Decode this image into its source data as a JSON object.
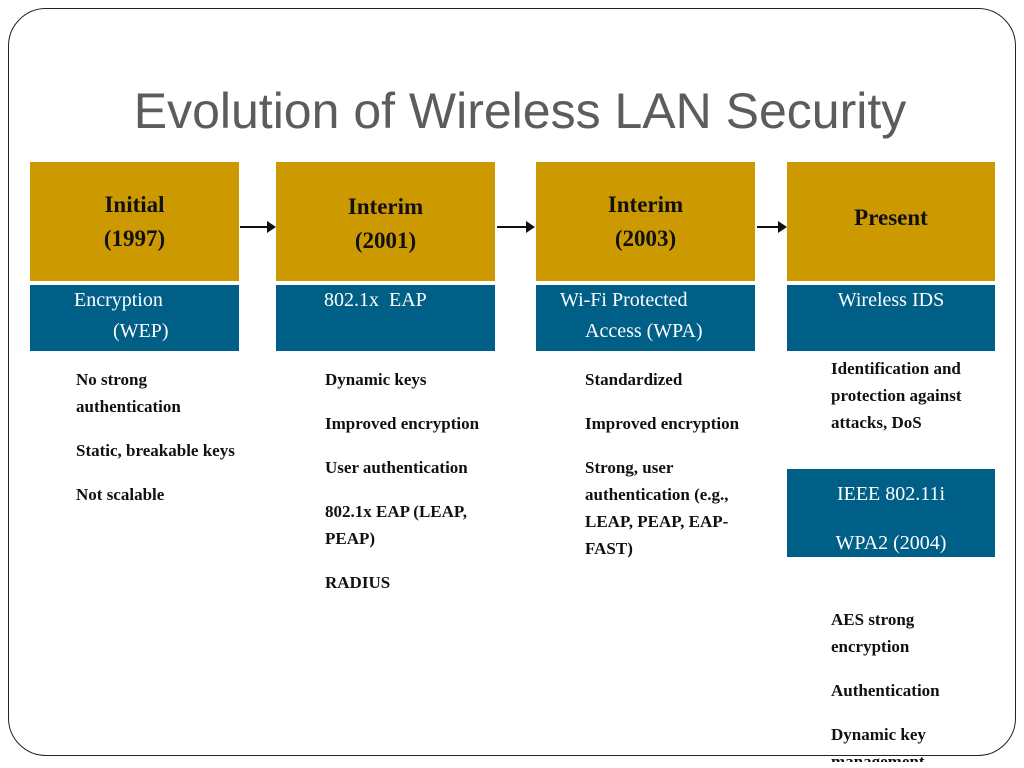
{
  "title": "Evolution of Wireless LAN Security",
  "columns": [
    {
      "era": [
        "Initial",
        "(1997)"
      ],
      "tech": [
        "Encryption",
        "(WEP)"
      ],
      "bullets": [
        "No strong authentication",
        "Static, breakable keys",
        "Not scalable"
      ]
    },
    {
      "era": [
        "Interim",
        "(2001)"
      ],
      "tech": [
        "802.1x  EAP"
      ],
      "bullets": [
        "Dynamic keys",
        "Improved encryption",
        "User authentication",
        "802.1x EAP (LEAP, PEAP)",
        "RADIUS"
      ]
    },
    {
      "era": [
        "Interim",
        "(2003)"
      ],
      "tech": [
        "Wi-Fi Protected",
        "Access (WPA)"
      ],
      "bullets": [
        "Standardized",
        "Improved encryption",
        "Strong, user authentication (e.g., LEAP, PEAP, EAP-FAST)"
      ]
    },
    {
      "era": [
        "Present"
      ],
      "tech": [
        "Wireless IDS"
      ],
      "bullets": [
        "Identification and protection against attacks, DoS"
      ]
    }
  ],
  "present_standard": {
    "lines": [
      "IEEE 802.11i",
      "WPA2 (2004)"
    ],
    "bullets": [
      "AES strong encryption",
      "Authentication",
      "Dynamic key management"
    ]
  }
}
